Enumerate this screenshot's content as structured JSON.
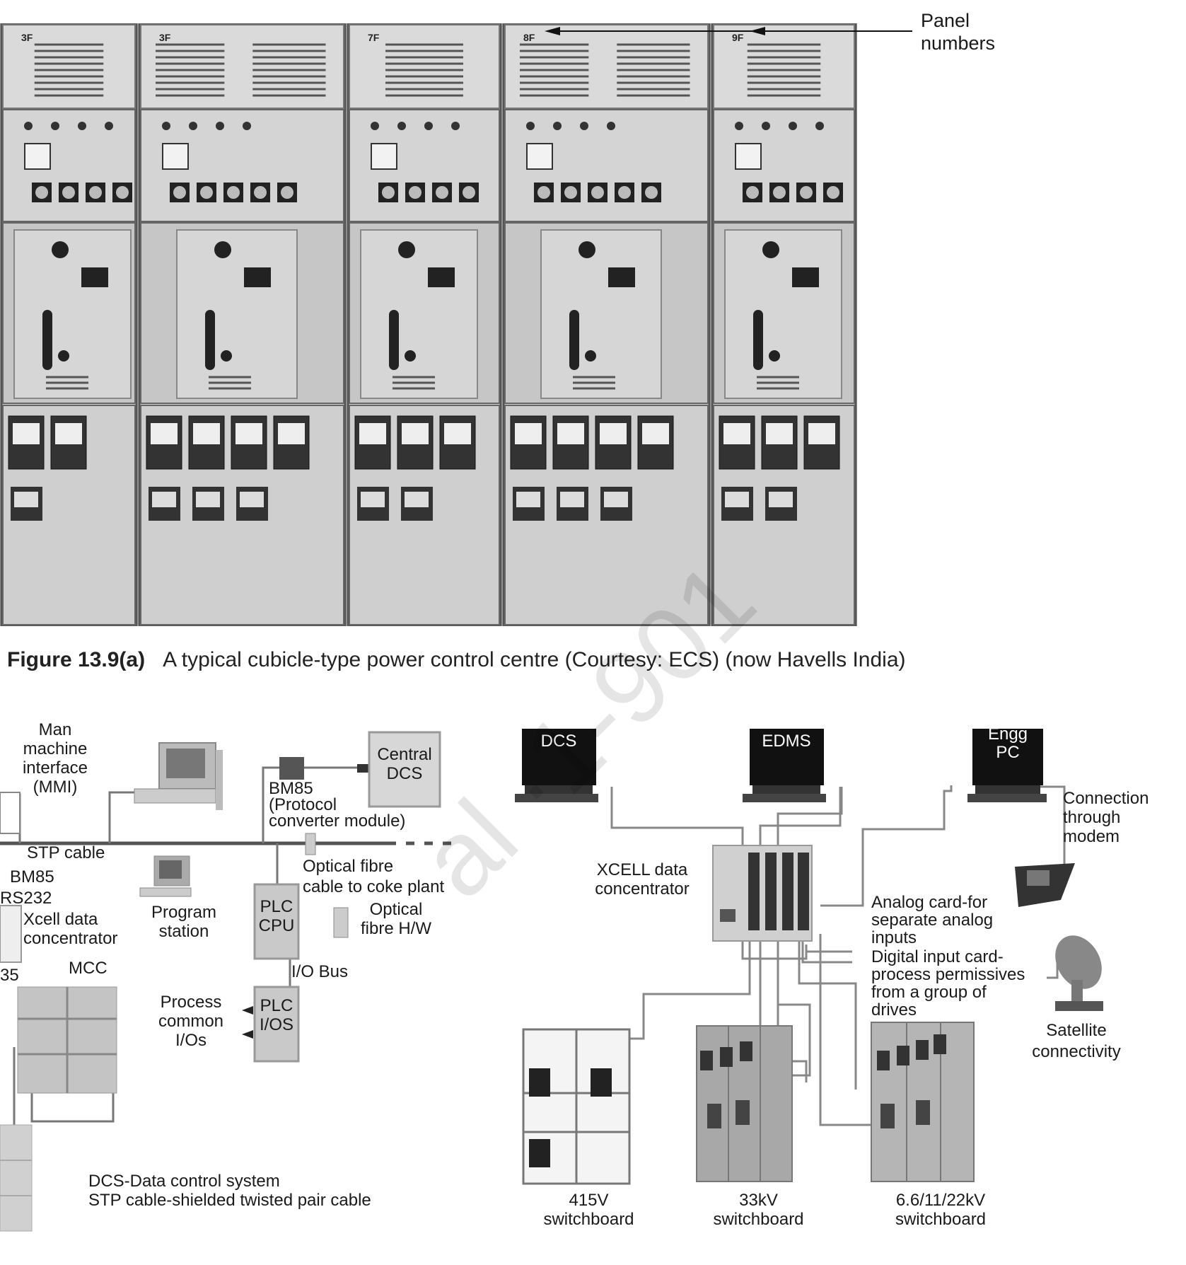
{
  "photo": {
    "annotation": "Panel\nnumbers",
    "panel_badges": [
      "3F",
      "3F",
      "7F",
      "8F",
      "9F"
    ]
  },
  "caption": {
    "figure_number": "Figure 13.9(a)",
    "text": "A typical cubicle-type power control centre (Courtesy: ECS) (now Havells India)"
  },
  "left_diagram": {
    "mmi": "Man\nmachine\ninterface\n(MMI)",
    "central_dcs": "Central\nDCS",
    "bm85_protocol": "BM85\n(Protocol\nconverter module)",
    "stp_cable": "STP cable",
    "bm85": "BM85",
    "rs232": "RS232",
    "xcell": "Xcell data\nconcentrator",
    "optical_fibre_cable": "Optical fibre\ncable to coke plant",
    "program_station": "Program\nstation",
    "plc_cpu": "PLC\nCPU",
    "optical_fibre_hw": "Optical\nfibre H/W",
    "mcc": "MCC",
    "bm85_partial": "35",
    "io_bus": "I/O Bus",
    "process_ios": "Process\ncommon\nI/Os",
    "plc_ios": "PLC\nI/OS",
    "legend": "DCS-Data control system\nSTP cable-shielded twisted pair cable"
  },
  "right_diagram": {
    "monitors": [
      "DCS",
      "EDMS",
      "Engg\nPC"
    ],
    "connection_modem": "Connection\nthrough\nmodem",
    "xcell": "XCELL data\nconcentrator",
    "analog_card": "Analog card-for\nseparate analog\ninputs",
    "digital_card": "Digital input card-\nprocess permissives\nfrom a group of\ndrives",
    "satellite": "Satellite\nconnectivity",
    "switchboards": [
      "415V\nswitchboard",
      "33kV\nswitchboard",
      "6.6/11/22kV\nswitchboard"
    ]
  },
  "watermark": "al ·1-901"
}
